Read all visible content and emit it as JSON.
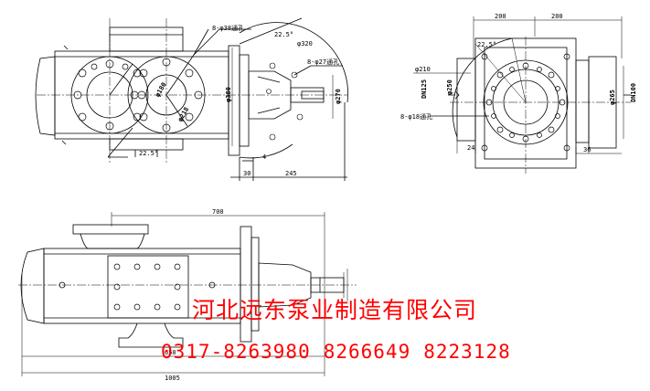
{
  "company": {
    "name": "河北远东泵业制造有限公司",
    "phones": [
      "0317-8263980",
      "8266649",
      "8223128"
    ],
    "color": "#ff0000"
  },
  "top_left_view": {
    "bolt_callout_1": "8-φ38通孔",
    "angle_top": "22.5°",
    "dia_320": "φ320",
    "bolt_callout_2": "8-φ27通孔",
    "dia_180": "φ180",
    "dia_218": "φ218",
    "dim_380": "φ380",
    "dim_270": "φ270",
    "angle_bottom": "22.5°",
    "dim_4": "4",
    "dim_30": "30",
    "dim_245": "245"
  },
  "top_right_view": {
    "dim_200_left": "200",
    "dim_200_right": "200",
    "angle": "22.5°",
    "dia_210": "φ210",
    "dia_250": "φ250",
    "inlet": "DN125",
    "outlet": "DN100",
    "bolt_callout": "8-φ18通孔",
    "dim_24": "24",
    "dim_265": "φ265",
    "dim_36": "36"
  },
  "bottom_view": {
    "dim_700": "700",
    "dim_650": "650",
    "dim_1005": "1005"
  }
}
